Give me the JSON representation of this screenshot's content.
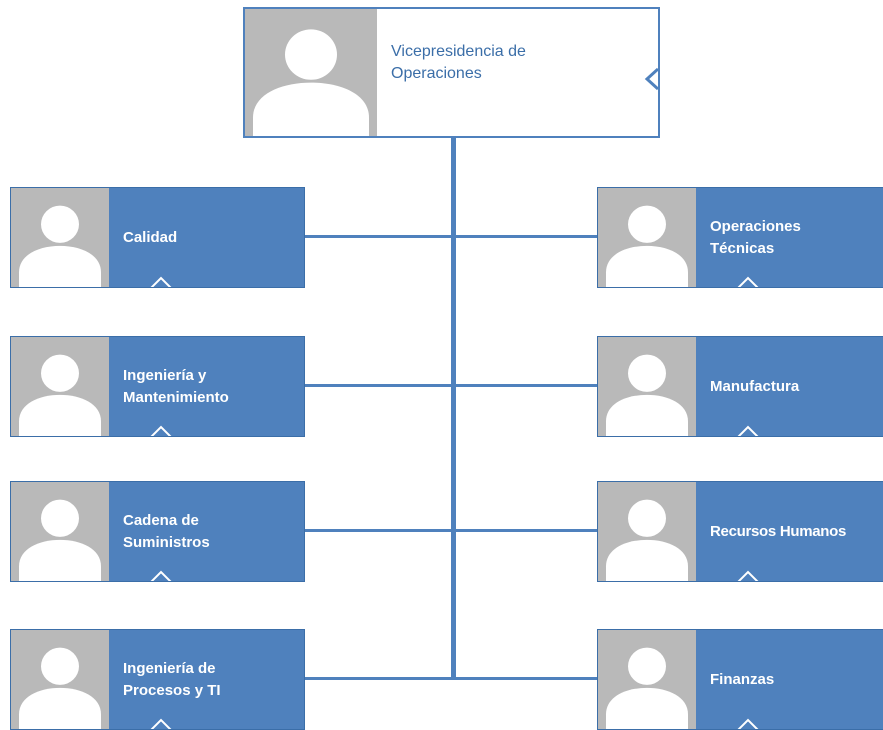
{
  "root": {
    "label": "Vicepresidencia de\nOperaciones",
    "photo_icon": "person-placeholder-icon",
    "control_icon": "collapse-arrow-icon"
  },
  "left": [
    {
      "label": "Calidad",
      "photo_icon": "person-placeholder-icon",
      "control_icon": "expand-triangle-icon"
    },
    {
      "label": "Ingeniería y\nMantenimiento",
      "photo_icon": "person-placeholder-icon",
      "control_icon": "expand-triangle-icon"
    },
    {
      "label": "Cadena de\nSuministros",
      "photo_icon": "person-placeholder-icon",
      "control_icon": "expand-triangle-icon"
    },
    {
      "label": "Ingeniería de\nProcesos y TI",
      "photo_icon": "person-placeholder-icon",
      "control_icon": "expand-triangle-icon"
    }
  ],
  "right": [
    {
      "label": "Operaciones\nTécnicas",
      "photo_icon": "person-placeholder-icon",
      "control_icon": "expand-triangle-icon"
    },
    {
      "label": "Manufactura",
      "photo_icon": "person-placeholder-icon",
      "control_icon": "expand-triangle-icon"
    },
    {
      "label": "Recursos Humanos",
      "photo_icon": "person-placeholder-icon",
      "control_icon": "expand-triangle-icon"
    },
    {
      "label": "Finanzas",
      "photo_icon": "person-placeholder-icon",
      "control_icon": "expand-triangle-icon"
    }
  ],
  "colors": {
    "node_fill": "#4f81bd",
    "photo_bg": "#b9b9b9",
    "connector": "#4f81bd",
    "root_text": "#3b6ea8"
  }
}
